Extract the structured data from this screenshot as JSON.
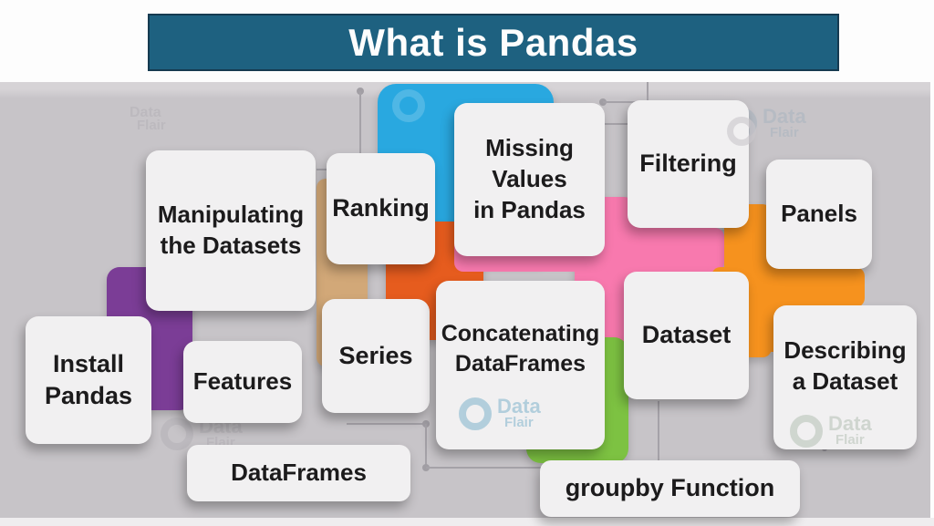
{
  "header": {
    "title": "What is Pandas"
  },
  "cards": [
    {
      "label": "Manipulating\nthe Datasets"
    },
    {
      "label": "Ranking"
    },
    {
      "label": "Missing\nValues\nin Pandas"
    },
    {
      "label": "Filtering"
    },
    {
      "label": "Panels"
    },
    {
      "label": "Install\nPandas"
    },
    {
      "label": "Features"
    },
    {
      "label": "Series"
    },
    {
      "label": "Concatenating\nDataFrames"
    },
    {
      "label": "Dataset"
    },
    {
      "label": "Describing\na Dataset"
    },
    {
      "label": "DataFrames"
    },
    {
      "label": "groupby Function"
    }
  ],
  "watermark": {
    "word_top": "Data",
    "word_bottom": "Flair"
  },
  "accent_colors": {
    "header_teal": "#1e6180",
    "purple": "#7b3d96",
    "tan": "#d2a878",
    "blue": "#29a8e0",
    "dark_orange": "#e65c1e",
    "pink": "#f879ae",
    "green": "#7dc242",
    "orange": "#f6921e",
    "background_gray": "#c7c4c8"
  }
}
